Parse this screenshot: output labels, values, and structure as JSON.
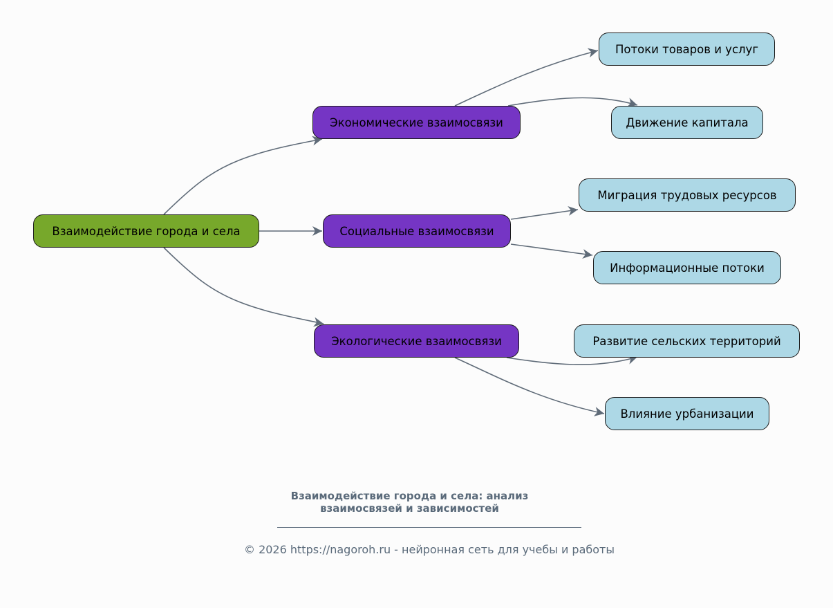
{
  "diagram": {
    "root": {
      "id": "root",
      "label": "Взаимодействие города и села",
      "color": "#77a82b"
    },
    "categories": [
      {
        "id": "econ",
        "label": "Экономические взаимосвязи",
        "color": "#7535c4"
      },
      {
        "id": "soc",
        "label": "Социальные взаимосвязи",
        "color": "#7535c4"
      },
      {
        "id": "eco",
        "label": "Экологические взаимосвязи",
        "color": "#7535c4"
      }
    ],
    "leaves": [
      {
        "id": "l1",
        "parent": "econ",
        "label": "Потоки товаров и услуг",
        "color": "#add8e6"
      },
      {
        "id": "l2",
        "parent": "econ",
        "label": "Движение капитала",
        "color": "#add8e6"
      },
      {
        "id": "l3",
        "parent": "soc",
        "label": "Миграция трудовых ресурсов",
        "color": "#add8e6"
      },
      {
        "id": "l4",
        "parent": "soc",
        "label": "Информационные потоки",
        "color": "#add8e6"
      },
      {
        "id": "l5",
        "parent": "eco",
        "label": "Развитие сельских территорий",
        "color": "#add8e6"
      },
      {
        "id": "l6",
        "parent": "eco",
        "label": "Влияние урбанизации",
        "color": "#add8e6"
      }
    ],
    "edge_color": "#5f6b78"
  },
  "title": {
    "line1": "Взаимодействие города и села: анализ",
    "line2": "взаимосвязей и зависимостей"
  },
  "footer": "© 2026 https://nagoroh.ru - нейронная сеть для учебы и работы"
}
